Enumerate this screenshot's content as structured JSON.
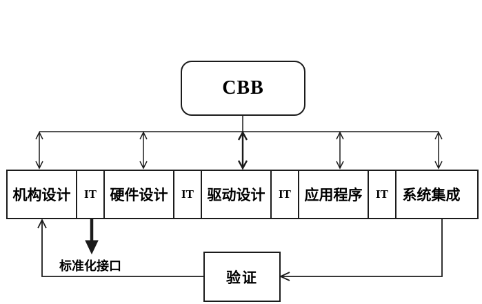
{
  "diagram": {
    "cbb": {
      "label": "CBB"
    },
    "modules": [
      {
        "label": "机构设计"
      },
      {
        "label": "IT"
      },
      {
        "label": "硬件设计"
      },
      {
        "label": "IT"
      },
      {
        "label": "驱动设计"
      },
      {
        "label": "IT"
      },
      {
        "label": "应用程序"
      },
      {
        "label": "IT"
      },
      {
        "label": "系统集成"
      }
    ],
    "verification": {
      "label": "验证"
    },
    "annotation": {
      "label": "标准化接口"
    },
    "colors": {
      "line": "#1b1b1b",
      "background": "#ffffff"
    }
  }
}
